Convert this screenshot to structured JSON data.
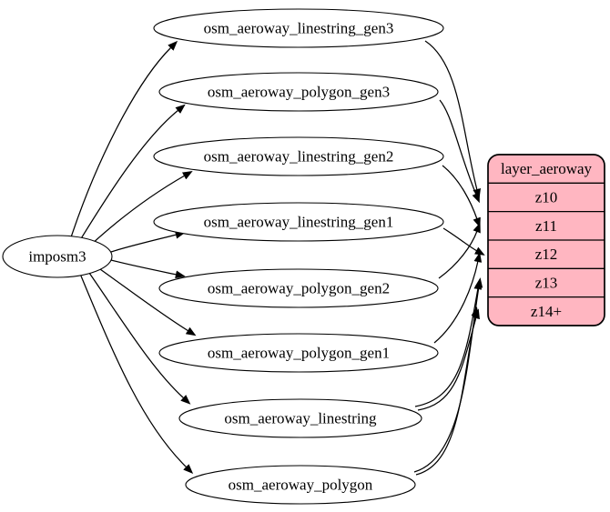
{
  "diagram": {
    "type": "etl-graph",
    "background": "#ffffff",
    "colors": {
      "node_fill": "#ffffff",
      "node_stroke": "#000000",
      "edge": "#000000",
      "table_fill": "#ffb6c1",
      "table_stroke": "#000000",
      "text": "#000000"
    },
    "source": {
      "id": "imposm3",
      "label": "imposm3"
    },
    "tables": [
      {
        "id": "osm_aeroway_linestring_gen3",
        "label": "osm_aeroway_linestring_gen3"
      },
      {
        "id": "osm_aeroway_polygon_gen3",
        "label": "osm_aeroway_polygon_gen3"
      },
      {
        "id": "osm_aeroway_linestring_gen2",
        "label": "osm_aeroway_linestring_gen2"
      },
      {
        "id": "osm_aeroway_linestring_gen1",
        "label": "osm_aeroway_linestring_gen1"
      },
      {
        "id": "osm_aeroway_polygon_gen2",
        "label": "osm_aeroway_polygon_gen2"
      },
      {
        "id": "osm_aeroway_polygon_gen1",
        "label": "osm_aeroway_polygon_gen1"
      },
      {
        "id": "osm_aeroway_linestring",
        "label": "osm_aeroway_linestring"
      },
      {
        "id": "osm_aeroway_polygon",
        "label": "osm_aeroway_polygon"
      }
    ],
    "layer": {
      "id": "layer_aeroway",
      "title": "layer_aeroway",
      "rows": [
        "z10",
        "z11",
        "z12",
        "z13",
        "z14+"
      ]
    },
    "edges": [
      {
        "from": "imposm3",
        "to": "osm_aeroway_linestring_gen3"
      },
      {
        "from": "imposm3",
        "to": "osm_aeroway_polygon_gen3"
      },
      {
        "from": "imposm3",
        "to": "osm_aeroway_linestring_gen2"
      },
      {
        "from": "imposm3",
        "to": "osm_aeroway_linestring_gen1"
      },
      {
        "from": "imposm3",
        "to": "osm_aeroway_polygon_gen2"
      },
      {
        "from": "imposm3",
        "to": "osm_aeroway_polygon_gen1"
      },
      {
        "from": "imposm3",
        "to": "osm_aeroway_linestring"
      },
      {
        "from": "imposm3",
        "to": "osm_aeroway_polygon"
      },
      {
        "from": "osm_aeroway_linestring_gen3",
        "to": "z10"
      },
      {
        "from": "osm_aeroway_polygon_gen3",
        "to": "z10"
      },
      {
        "from": "osm_aeroway_linestring_gen2",
        "to": "z11"
      },
      {
        "from": "osm_aeroway_polygon_gen2",
        "to": "z11"
      },
      {
        "from": "osm_aeroway_linestring_gen1",
        "to": "z12"
      },
      {
        "from": "osm_aeroway_polygon_gen1",
        "to": "z12"
      },
      {
        "from": "osm_aeroway_linestring",
        "to": "z13"
      },
      {
        "from": "osm_aeroway_linestring",
        "to": "z14+"
      },
      {
        "from": "osm_aeroway_polygon",
        "to": "z13"
      },
      {
        "from": "osm_aeroway_polygon",
        "to": "z14+"
      }
    ]
  }
}
